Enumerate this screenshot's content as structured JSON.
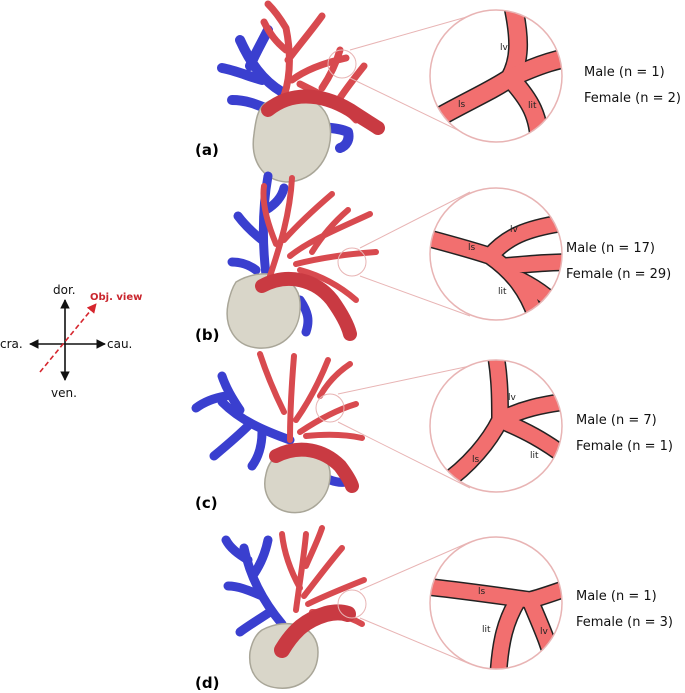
{
  "colors": {
    "artery": "#d84a4f",
    "artery_dark": "#b5303a",
    "vein": "#3a3fcf",
    "heart": "#d9d6c9",
    "zoom_fill": "#f26f6f",
    "zoom_line": "#e8b4b4",
    "obj_view": "#d6262e"
  },
  "orientation": {
    "dorsal": "dor.",
    "ventral": "ven.",
    "cranial": "cra.",
    "caudal": "cau.",
    "view": "Obj. view"
  },
  "vessel_labels": {
    "lv": "lv",
    "ls": "ls",
    "lit": "lit"
  },
  "panels": [
    {
      "label": "(a)",
      "male": "Male (n = 1)",
      "female": "Female (n = 2)"
    },
    {
      "label": "(b)",
      "male": "Male (n = 17)",
      "female": "Female (n = 29)"
    },
    {
      "label": "(c)",
      "male": "Male (n = 7)",
      "female": "Female (n = 1)"
    },
    {
      "label": "(d)",
      "male": "Male (n = 1)",
      "female": "Female (n = 3)"
    }
  ]
}
